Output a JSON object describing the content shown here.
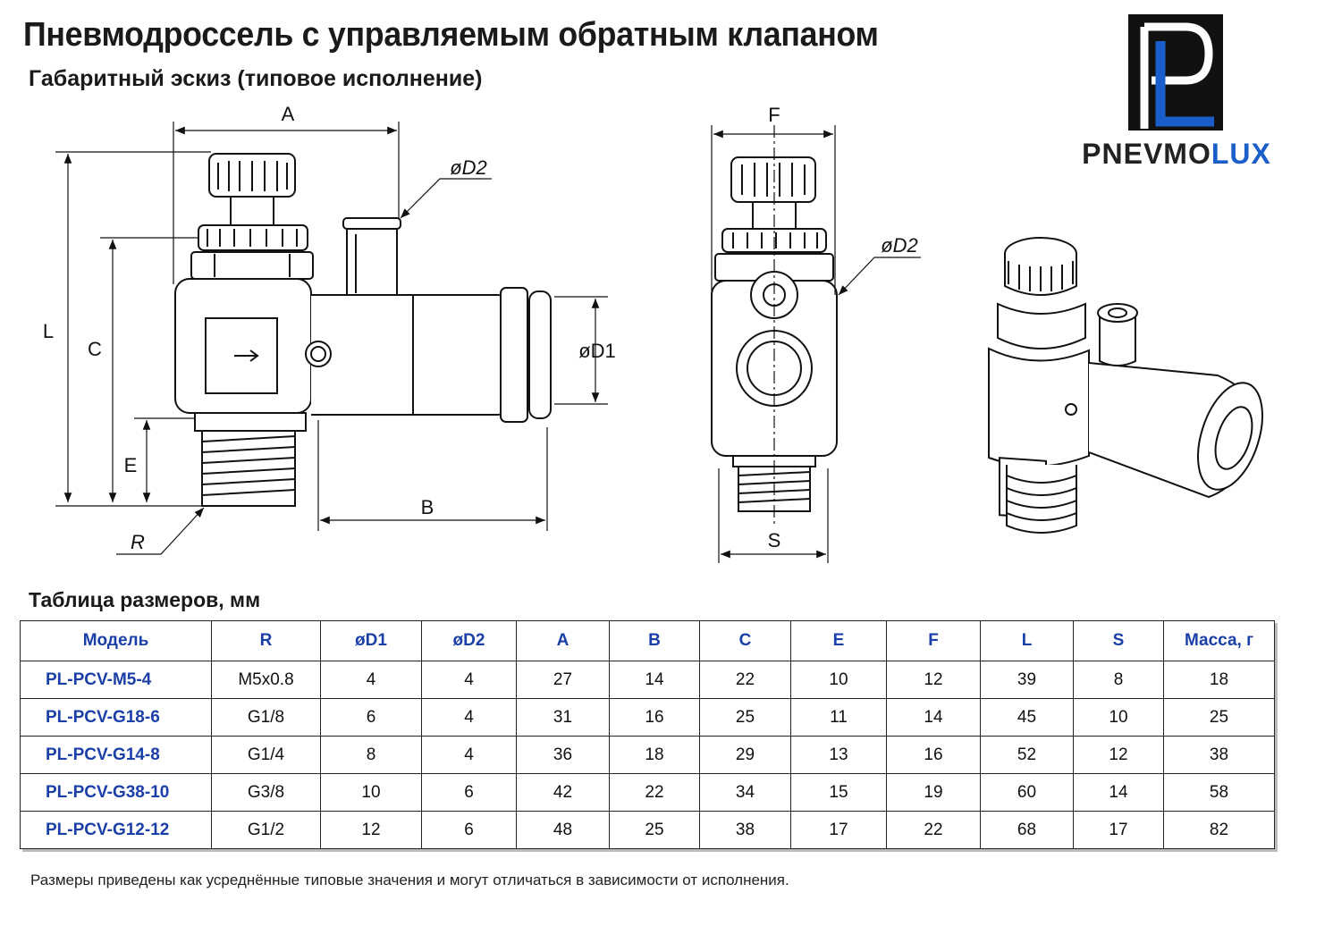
{
  "title": "Пневмодроссель с управляемым обратным клапаном",
  "subtitle": "Габаритный эскиз (типовое исполнение)",
  "logo": {
    "text_main": "PNEVMO",
    "text_accent": "LUX",
    "accent_color": "#1a5fc9"
  },
  "drawing_labels": {
    "A": "A",
    "B": "B",
    "C": "C",
    "E": "E",
    "L": "L",
    "R": "R",
    "F": "F",
    "S": "S",
    "D1": "øD1",
    "D2_side": "øD2",
    "D2_front": "øD2"
  },
  "table_title": "Таблица размеров, мм",
  "table": {
    "headers": [
      "Модель",
      "R",
      "øD1",
      "øD2",
      "A",
      "B",
      "C",
      "E",
      "F",
      "L",
      "S",
      "Масса, г"
    ],
    "rows": [
      [
        "PL-PCV-M5-4",
        "M5x0.8",
        "4",
        "4",
        "27",
        "14",
        "22",
        "10",
        "12",
        "39",
        "8",
        "18"
      ],
      [
        "PL-PCV-G18-6",
        "G1/8",
        "6",
        "4",
        "31",
        "16",
        "25",
        "11",
        "14",
        "45",
        "10",
        "25"
      ],
      [
        "PL-PCV-G14-8",
        "G1/4",
        "8",
        "4",
        "36",
        "18",
        "29",
        "13",
        "16",
        "52",
        "12",
        "38"
      ],
      [
        "PL-PCV-G38-10",
        "G3/8",
        "10",
        "6",
        "42",
        "22",
        "34",
        "15",
        "19",
        "60",
        "14",
        "58"
      ],
      [
        "PL-PCV-G12-12",
        "G1/2",
        "12",
        "6",
        "48",
        "25",
        "38",
        "17",
        "22",
        "68",
        "17",
        "82"
      ]
    ]
  },
  "footnote": "Размеры приведены как усреднённые типовые значения и могут отличаться в зависимости от исполнения."
}
